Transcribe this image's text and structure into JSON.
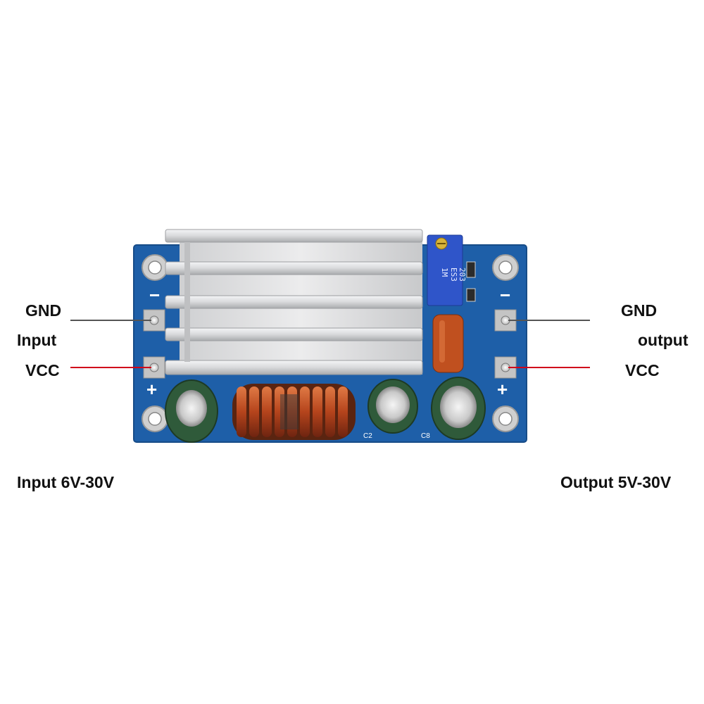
{
  "left": {
    "gnd": "GND",
    "io": "Input",
    "vcc": "VCC",
    "range": "Input 6V-30V"
  },
  "right": {
    "gnd": "GND",
    "io": "output",
    "vcc": "VCC",
    "range": "Output 5V-30V"
  },
  "board": {
    "minus_left": "−",
    "plus_left": "+",
    "minus_right": "−",
    "plus_right": "+",
    "pot_text_1": "1M",
    "pot_text_2": "ES3",
    "pot_text_3": "203",
    "c2_label": "C2",
    "c8_label": "C8"
  },
  "colors": {
    "pcb": "#1e5fa8",
    "heatsink": "#d9dadc",
    "gnd_line": "#555555",
    "vcc_line": "#d0021b"
  }
}
